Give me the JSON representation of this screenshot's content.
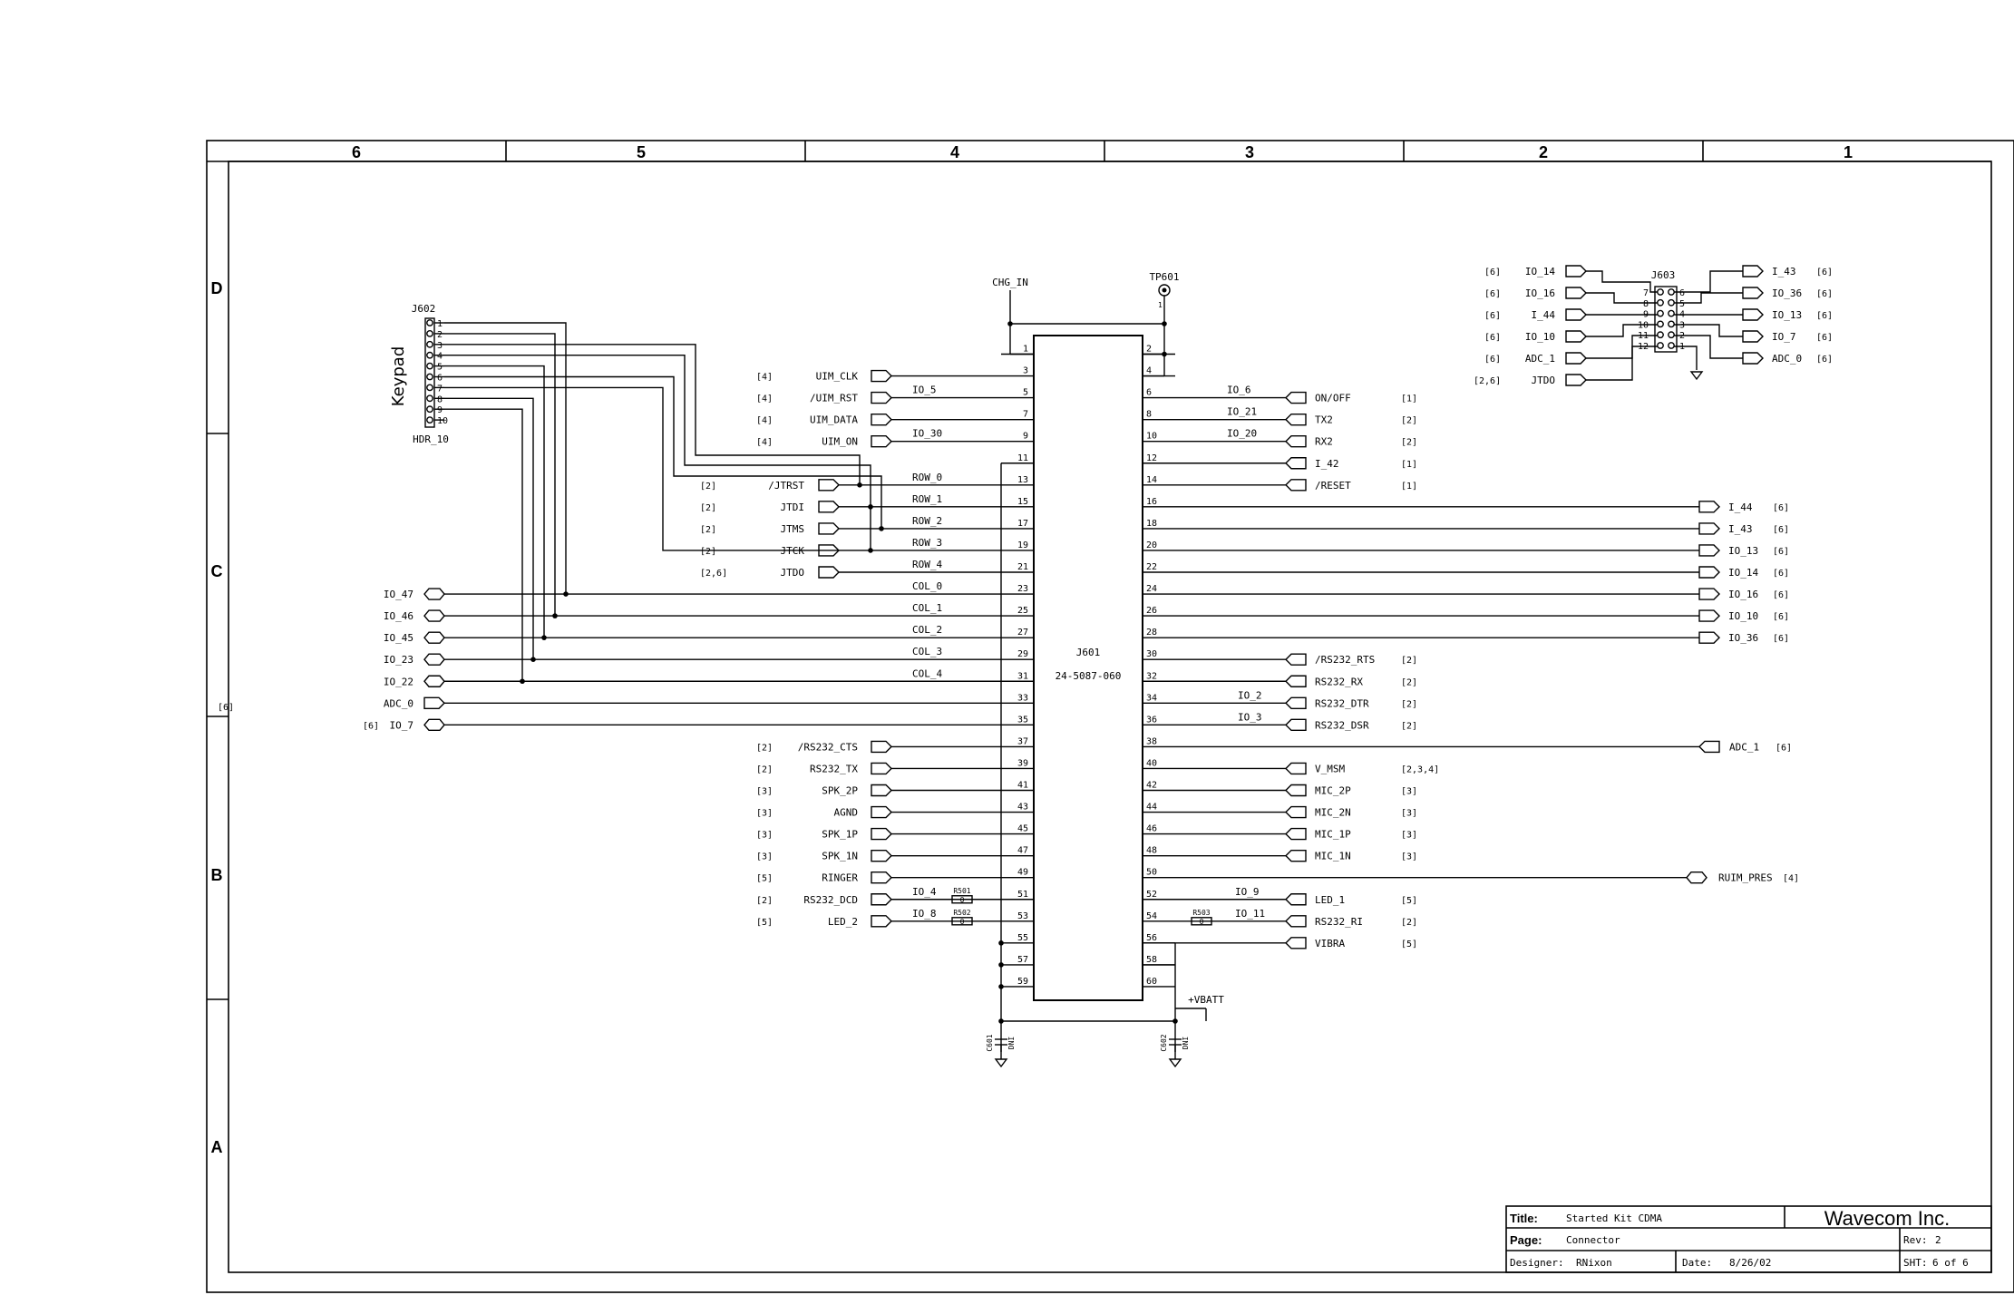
{
  "zones_top": [
    "6",
    "5",
    "4",
    "3",
    "2",
    "1"
  ],
  "zones_side": [
    "D",
    "C",
    "B",
    "A"
  ],
  "title_block": {
    "title_label": "Title:",
    "title": "Started Kit CDMA",
    "company": "Wavecom Inc.",
    "page_label": "Page:",
    "page": "Connector",
    "rev_label": "Rev:",
    "rev": "2",
    "designer_label": "Designer:",
    "designer": "RNixon",
    "date_label": "Date:",
    "date": "8/26/02",
    "sheet_label": "SHT:",
    "sheet": "6 of 6"
  },
  "j601": {
    "ref": "J601",
    "part": "24-5087-060",
    "left_pins": [
      1,
      3,
      5,
      7,
      9,
      11,
      13,
      15,
      17,
      19,
      21,
      23,
      25,
      27,
      29,
      31,
      33,
      35,
      37,
      39,
      41,
      43,
      45,
      47,
      49,
      51,
      53,
      55,
      57,
      59
    ],
    "right_pins": [
      2,
      4,
      6,
      8,
      10,
      12,
      14,
      16,
      18,
      20,
      22,
      24,
      26,
      28,
      30,
      32,
      34,
      36,
      38,
      40,
      42,
      44,
      46,
      48,
      50,
      52,
      54,
      56,
      58,
      60
    ]
  },
  "left_ports": [
    {
      "sheet": "[4]",
      "name": "UIM_CLK",
      "net": ""
    },
    {
      "sheet": "[4]",
      "name": "/UIM_RST",
      "net": "IO_5"
    },
    {
      "sheet": "[4]",
      "name": "UIM_DATA",
      "net": ""
    },
    {
      "sheet": "[4]",
      "name": "UIM_ON",
      "net": "IO_30"
    },
    {
      "sheet": "[2]",
      "name": "/RS232_CTS",
      "net": ""
    },
    {
      "sheet": "[2]",
      "name": "RS232_TX",
      "net": ""
    },
    {
      "sheet": "[3]",
      "name": "SPK_2P",
      "net": ""
    },
    {
      "sheet": "[3]",
      "name": "AGND",
      "net": ""
    },
    {
      "sheet": "[3]",
      "name": "SPK_1P",
      "net": ""
    },
    {
      "sheet": "[3]",
      "name": "SPK_1N",
      "net": ""
    },
    {
      "sheet": "[5]",
      "name": "RINGER",
      "net": ""
    },
    {
      "sheet": "[2]",
      "name": "RS232_DCD",
      "net": "IO_4"
    },
    {
      "sheet": "[5]",
      "name": "LED_2",
      "net": "IO_8"
    }
  ],
  "jtag_ports": [
    {
      "sheet": "[2]",
      "name": "/JTRST",
      "net": "ROW_0"
    },
    {
      "sheet": "[2]",
      "name": "JTDI",
      "net": "ROW_1"
    },
    {
      "sheet": "[2]",
      "name": "JTMS",
      "net": "ROW_2"
    },
    {
      "sheet": "[2]",
      "name": "JTCK",
      "net": "ROW_3"
    },
    {
      "sheet": "[2,6]",
      "name": "JTDO",
      "net": "ROW_4"
    }
  ],
  "keypad_ports": [
    {
      "name": "IO_47",
      "net": "COL_0"
    },
    {
      "name": "IO_46",
      "net": "COL_1"
    },
    {
      "name": "IO_45",
      "net": "COL_2"
    },
    {
      "name": "IO_23",
      "net": "COL_3"
    },
    {
      "name": "IO_22",
      "net": "COL_4"
    }
  ],
  "adc_ports": [
    {
      "sheet": "[6]",
      "name": "ADC_0"
    },
    {
      "sheet": "[6]",
      "name": "IO_7"
    }
  ],
  "right_ports": [
    {
      "name": "ON/OFF",
      "sheet": "[1]",
      "net": "IO_6"
    },
    {
      "name": "TX2",
      "sheet": "[2]",
      "net": "IO_21"
    },
    {
      "name": "RX2",
      "sheet": "[2]",
      "net": "IO_20"
    },
    {
      "name": "I_42",
      "sheet": "[1]",
      "net": ""
    },
    {
      "name": "/RESET",
      "sheet": "[1]",
      "net": ""
    }
  ],
  "far_right_ports": [
    {
      "name": "I_44",
      "sheet": "[6]"
    },
    {
      "name": "I_43",
      "sheet": "[6]"
    },
    {
      "name": "IO_13",
      "sheet": "[6]"
    },
    {
      "name": "IO_14",
      "sheet": "[6]"
    },
    {
      "name": "IO_16",
      "sheet": "[6]"
    },
    {
      "name": "IO_10",
      "sheet": "[6]"
    },
    {
      "name": "IO_36",
      "sheet": "[6]"
    }
  ],
  "right_ports2": [
    {
      "name": "/RS232_RTS",
      "sheet": "[2]",
      "net": ""
    },
    {
      "name": "RS232_RX",
      "sheet": "[2]",
      "net": ""
    },
    {
      "name": "RS232_DTR",
      "sheet": "[2]",
      "net": "IO_2"
    },
    {
      "name": "RS232_DSR",
      "sheet": "[2]",
      "net": "IO_3"
    }
  ],
  "adc1_port": {
    "name": "ADC_1",
    "sheet": "[6]"
  },
  "right_ports3": [
    {
      "name": "V_MSM",
      "sheet": "[2,3,4]"
    },
    {
      "name": "MIC_2P",
      "sheet": "[3]"
    },
    {
      "name": "MIC_2N",
      "sheet": "[3]"
    },
    {
      "name": "MIC_1P",
      "sheet": "[3]"
    },
    {
      "name": "MIC_1N",
      "sheet": "[3]"
    }
  ],
  "ruim_port": {
    "name": "RUIM_PRES",
    "sheet": "[4]"
  },
  "right_ports4": [
    {
      "name": "LED_1",
      "sheet": "[5]",
      "net": "IO_9"
    },
    {
      "name": "RS232_RI",
      "sheet": "[2]",
      "net": "IO_11"
    },
    {
      "name": "VIBRA",
      "sheet": "[5]",
      "net": ""
    }
  ],
  "resistors": [
    {
      "ref": "R501",
      "value": "0"
    },
    {
      "ref": "R502",
      "value": "0"
    },
    {
      "ref": "R503",
      "value": "0"
    }
  ],
  "caps": [
    {
      "ref": "C601",
      "value": "DNI"
    },
    {
      "ref": "C602",
      "value": "DNI"
    }
  ],
  "misc": {
    "chg_in": "CHG_IN",
    "tp601": "TP601",
    "tp_pin": "1",
    "vbatt": "+VBATT",
    "j602_ref": "J602",
    "j602_part": "HDR_10",
    "keypad": "Keypad",
    "j602_pins": [
      "1",
      "2",
      "3",
      "4",
      "5",
      "6",
      "7",
      "8",
      "9",
      "10"
    ],
    "stray_sheet": "[6]"
  },
  "j603": {
    "ref": "J603",
    "left_pins": [
      "7",
      "8",
      "9",
      "10",
      "11",
      "12"
    ],
    "right_pins": [
      "6",
      "5",
      "4",
      "3",
      "2",
      "1"
    ],
    "left_ports": [
      {
        "sheet": "[6]",
        "name": "IO_14"
      },
      {
        "sheet": "[6]",
        "name": "IO_16"
      },
      {
        "sheet": "[6]",
        "name": "I_44"
      },
      {
        "sheet": "[6]",
        "name": "IO_10"
      },
      {
        "sheet": "[6]",
        "name": "ADC_1"
      },
      {
        "sheet": "[2,6]",
        "name": "JTDO"
      }
    ],
    "right_ports": [
      {
        "name": "I_43",
        "sheet": "[6]"
      },
      {
        "name": "IO_36",
        "sheet": "[6]"
      },
      {
        "name": "IO_13",
        "sheet": "[6]"
      },
      {
        "name": "IO_7",
        "sheet": "[6]"
      },
      {
        "name": "ADC_0",
        "sheet": "[6]"
      }
    ]
  }
}
